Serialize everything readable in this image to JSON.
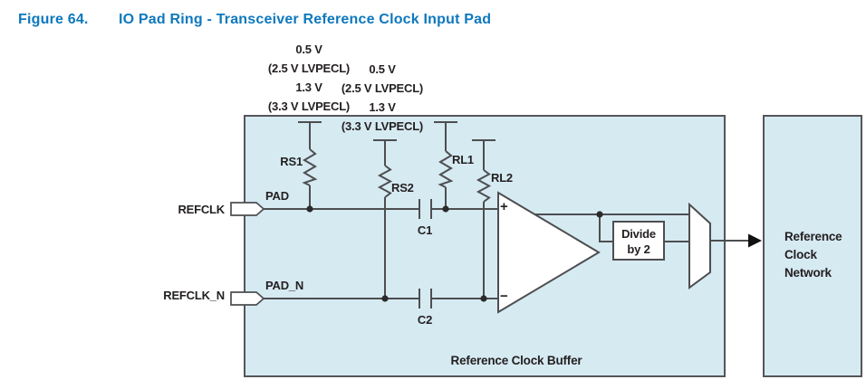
{
  "title": {
    "label": "Figure 64.",
    "text": "IO Pad Ring - Transceiver Reference Clock Input Pad"
  },
  "diagram": {
    "voltage_groups": [
      "0.5 V\n(2.5 V LVPECL)\n1.3 V\n(3.3 V LVPECL)",
      "0.5 V\n(2.5 V LVPECL)\n1.3 V\n(3.3 V LVPECL)"
    ],
    "ports": {
      "refclk": "REFCLK",
      "refclk_n": "REFCLK_N",
      "pad": "PAD",
      "pad_n": "PAD_N"
    },
    "resistors": {
      "rs1": "RS1",
      "rs2": "RS2",
      "rl1": "RL1",
      "rl2": "RL2"
    },
    "capacitors": {
      "c1": "C1",
      "c2": "C2"
    },
    "comparator": {
      "plus": "+",
      "minus": "−"
    },
    "divider_label": "Divide\nby 2",
    "buffer_label": "Reference Clock Buffer",
    "network_label": "Reference\nClock\nNetwork"
  },
  "colors": {
    "title_blue": "#0d78bd",
    "box_fill": "#d6eaf2",
    "box_border": "#55565a",
    "wire": "#4d4e50",
    "text": "#231f20"
  }
}
